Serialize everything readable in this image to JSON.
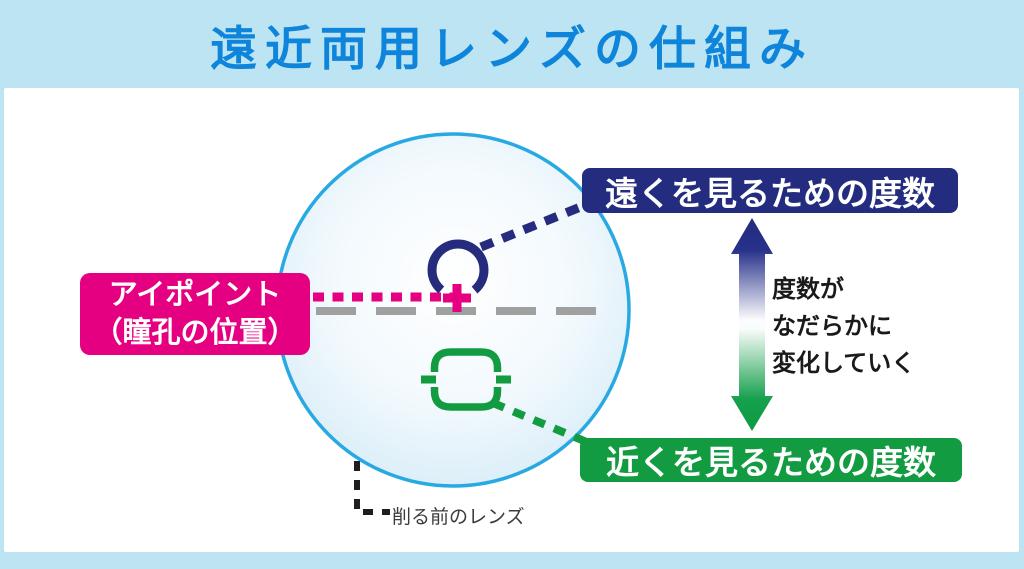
{
  "title": "遠近両用レンズの仕組み",
  "diagram": {
    "eye_point_label": {
      "line1": "アイポイント",
      "line2": "（瞳孔の位置）"
    },
    "distance_label": "遠くを見るための度数",
    "near_label": "近くを見るための度数",
    "gradient_note": [
      "度数が",
      "なだらかに",
      "変化していく"
    ],
    "uncut_lens_label": "削る前のレンズ"
  },
  "colors": {
    "background": "#BCE4F3",
    "panel": "#FFFFFF",
    "title_text": "#0E85DA",
    "distance_navy": "#232C7E",
    "near_green": "#129B40",
    "eye_point_magenta": "#E40080",
    "lens_border_cyan": "#29A9E1",
    "lens_fill_edge": "#D5EBF7",
    "axis_gray": "#9FA0A0",
    "pointer_black": "#1E1E1E"
  }
}
